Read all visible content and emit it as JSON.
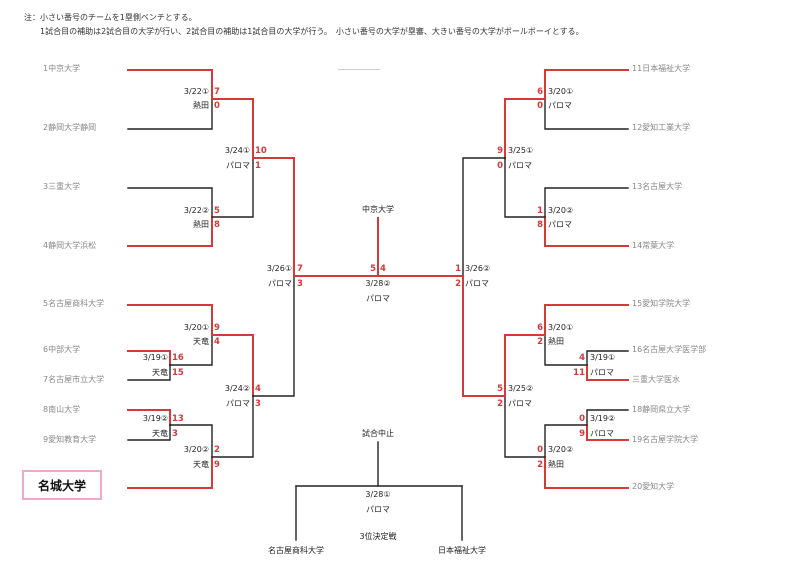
{
  "notes": {
    "line1": "注：小さい番号のチームを1塁側ベンチとする。",
    "line2": "1試合目の補助は2試合目の大学が行い、2試合目の補助は1試合目の大学が行う。　小さい番号の大学が塁審、大きい番号の大学がボールボーイとする。"
  },
  "teams": {
    "t1": "1中京大学",
    "t2": "2静岡大学静岡",
    "t3": "3三重大学",
    "t4": "4静岡大学浜松",
    "t5": "5名古屋商科大学",
    "t6": "6中部大学",
    "t7": "7名古屋市立大学",
    "t8": "8南山大学",
    "t9": "9愛知教育大学",
    "t10": "名城大学",
    "t11": "11日本福祉大学",
    "t12": "12愛知工業大学",
    "t13": "13名古屋大学",
    "t14": "14常葉大学",
    "t15": "15愛知学院大学",
    "t16": "16名古屋大学医学部",
    "t17": "三重大学医水",
    "t18": "18静岡県立大学",
    "t19": "19名古屋学院大学",
    "t20": "20愛知大学"
  },
  "left": {
    "m1": {
      "date": "3/22①",
      "venue": "熱田",
      "s_top": "7",
      "s_bot": "0"
    },
    "m2": {
      "date": "3/22②",
      "venue": "熱田",
      "s_top": "5",
      "s_bot": "8"
    },
    "m3": {
      "date": "3/24①",
      "venue": "パロマ",
      "s_top": "10",
      "s_bot": "1"
    },
    "m4": {
      "date": "3/20①",
      "venue": "天竜",
      "s_top": "9",
      "s_bot": "4"
    },
    "m5": {
      "date": "3/19①",
      "venue": "天竜",
      "s_top": "16",
      "s_bot": "15"
    },
    "m6": {
      "date": "3/19②",
      "venue": "天竜",
      "s_top": "13",
      "s_bot": "3"
    },
    "m7": {
      "date": "3/20②",
      "venue": "天竜",
      "s_top": "2",
      "s_bot": "9"
    },
    "m8": {
      "date": "3/24②",
      "venue": "パロマ",
      "s_top": "4",
      "s_bot": "3"
    },
    "semi": {
      "date": "3/26①",
      "venue": "パロマ",
      "s_top": "7",
      "s_bot": "3"
    }
  },
  "right": {
    "m1": {
      "date": "3/20①",
      "venue": "パロマ",
      "s_top": "6",
      "s_bot": "0"
    },
    "m2": {
      "date": "3/20②",
      "venue": "パロマ",
      "s_top": "1",
      "s_bot": "8"
    },
    "m3": {
      "date": "3/25①",
      "venue": "パロマ",
      "s_top": "9",
      "s_bot": "0"
    },
    "m4": {
      "date": "3/20①",
      "venue": "熱田",
      "s_top": "6",
      "s_bot": "2"
    },
    "m5": {
      "date": "3/19①",
      "venue": "パロマ",
      "s_top": "4",
      "s_bot": "11"
    },
    "m6": {
      "date": "3/19②",
      "venue": "パロマ",
      "s_top": "0",
      "s_bot": "9"
    },
    "m7": {
      "date": "3/20②",
      "venue": "熱田",
      "s_top": "0",
      "s_bot": "2"
    },
    "m8": {
      "date": "3/25②",
      "venue": "パロマ",
      "s_top": "5",
      "s_bot": "2"
    },
    "semi": {
      "date": "3/26②",
      "venue": "パロマ",
      "s_top": "1",
      "s_bot": "2"
    }
  },
  "final": {
    "champion": "中京大学",
    "score_left": "5",
    "score_right": "4",
    "date": "3/28②",
    "venue": "パロマ"
  },
  "third": {
    "status": "試合中止",
    "date": "3/28①",
    "venue": "パロマ",
    "title": "3位決定戦",
    "left_team": "名古屋商科大学",
    "right_team": "日本福祉大学"
  },
  "colors": {
    "win": "#d43a3a",
    "lose": "#222222",
    "highlight_border": "#f3a6c8"
  }
}
